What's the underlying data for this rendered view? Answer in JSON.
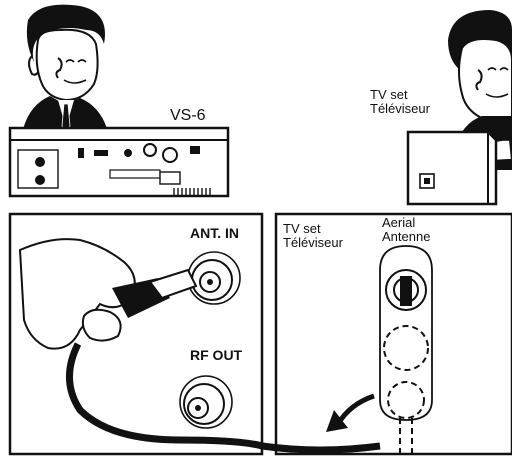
{
  "top_left": {
    "device_label": "VS-6"
  },
  "top_right": {
    "tv_label_en": "TV set",
    "tv_label_fr": "Téléviseur"
  },
  "panel_left": {
    "ant_in_label": "ANT. IN",
    "rf_out_label": "RF OUT"
  },
  "panel_right": {
    "tv_label_en": "TV set",
    "tv_label_fr": "Téléviseur",
    "aerial_label_en": "Aerial",
    "aerial_label_fr": "Antenne"
  },
  "colors": {
    "ink": "#111111",
    "paper": "#ffffff"
  }
}
